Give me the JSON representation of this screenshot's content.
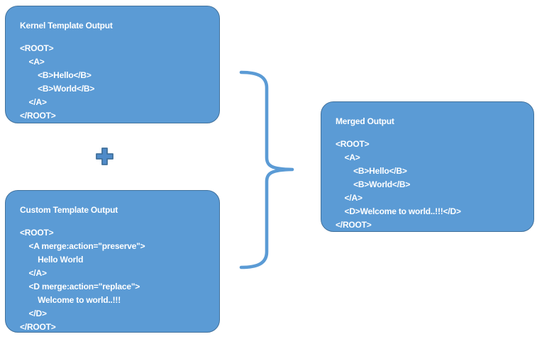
{
  "colors": {
    "box_fill": "#5b9bd5",
    "box_border": "#41719c",
    "box_text": "#ffffff",
    "plus_fill": "#4f8bc9",
    "plus_border": "#41719c",
    "brace_stroke": "#5b9bd5",
    "background": "#ffffff"
  },
  "icons": {
    "plus": "plus-icon",
    "brace": "right-curly-brace-icon"
  },
  "boxes": {
    "kernel": {
      "title": "Kernel Template Output",
      "code_lines": [
        "<ROOT>",
        "    <A>",
        "        <B>Hello</B>",
        "        <B>World</B>",
        "    </A>",
        "</ROOT>"
      ]
    },
    "custom": {
      "title": "Custom Template Output",
      "code_lines": [
        "<ROOT>",
        "    <A merge:action=\"preserve\">",
        "        Hello World",
        "    </A>",
        "    <D merge:action=\"replace\">",
        "        Welcome to world..!!!",
        "    </D>",
        "</ROOT>"
      ]
    },
    "merged": {
      "title": "Merged Output",
      "code_lines": [
        "<ROOT>",
        "    <A>",
        "        <B>Hello</B>",
        "        <B>World</B>",
        "    </A>",
        "    <D>Welcome to world..!!!</D>",
        "</ROOT>"
      ]
    }
  }
}
